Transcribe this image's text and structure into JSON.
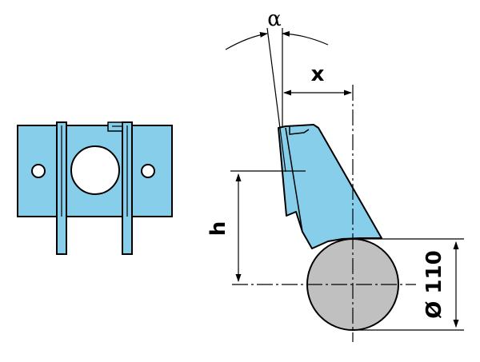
{
  "labels": {
    "alpha": "α",
    "x": "x",
    "h": "h",
    "diameter": "Ø 110"
  },
  "colors": {
    "part_fill": "#87CEEB",
    "roller_fill": "#C0C0C0",
    "outline": "#000000",
    "background": "#FFFFFF"
  }
}
